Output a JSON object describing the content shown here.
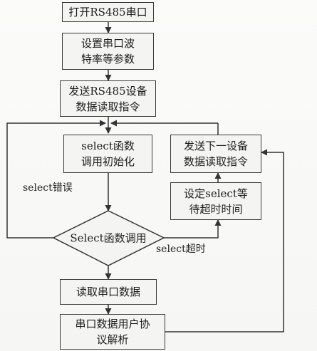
{
  "nodes": {
    "open_port": "打开RS485串口",
    "set_params": "设置串口波\n特率等参数",
    "send_read": "发送RS485设备\n数据读取指令",
    "select_init": "select函数\n调用初始化",
    "send_next": "发送下一设备\n数据读取指令",
    "set_timeout": "设定select等\n待超时时间",
    "select_call": "Select函数调用",
    "read_data": "读取串口数据",
    "parse": "串口数据用户协\n议解析"
  },
  "edge_labels": {
    "select_error": "select错误",
    "select_timeout": "select超时"
  }
}
